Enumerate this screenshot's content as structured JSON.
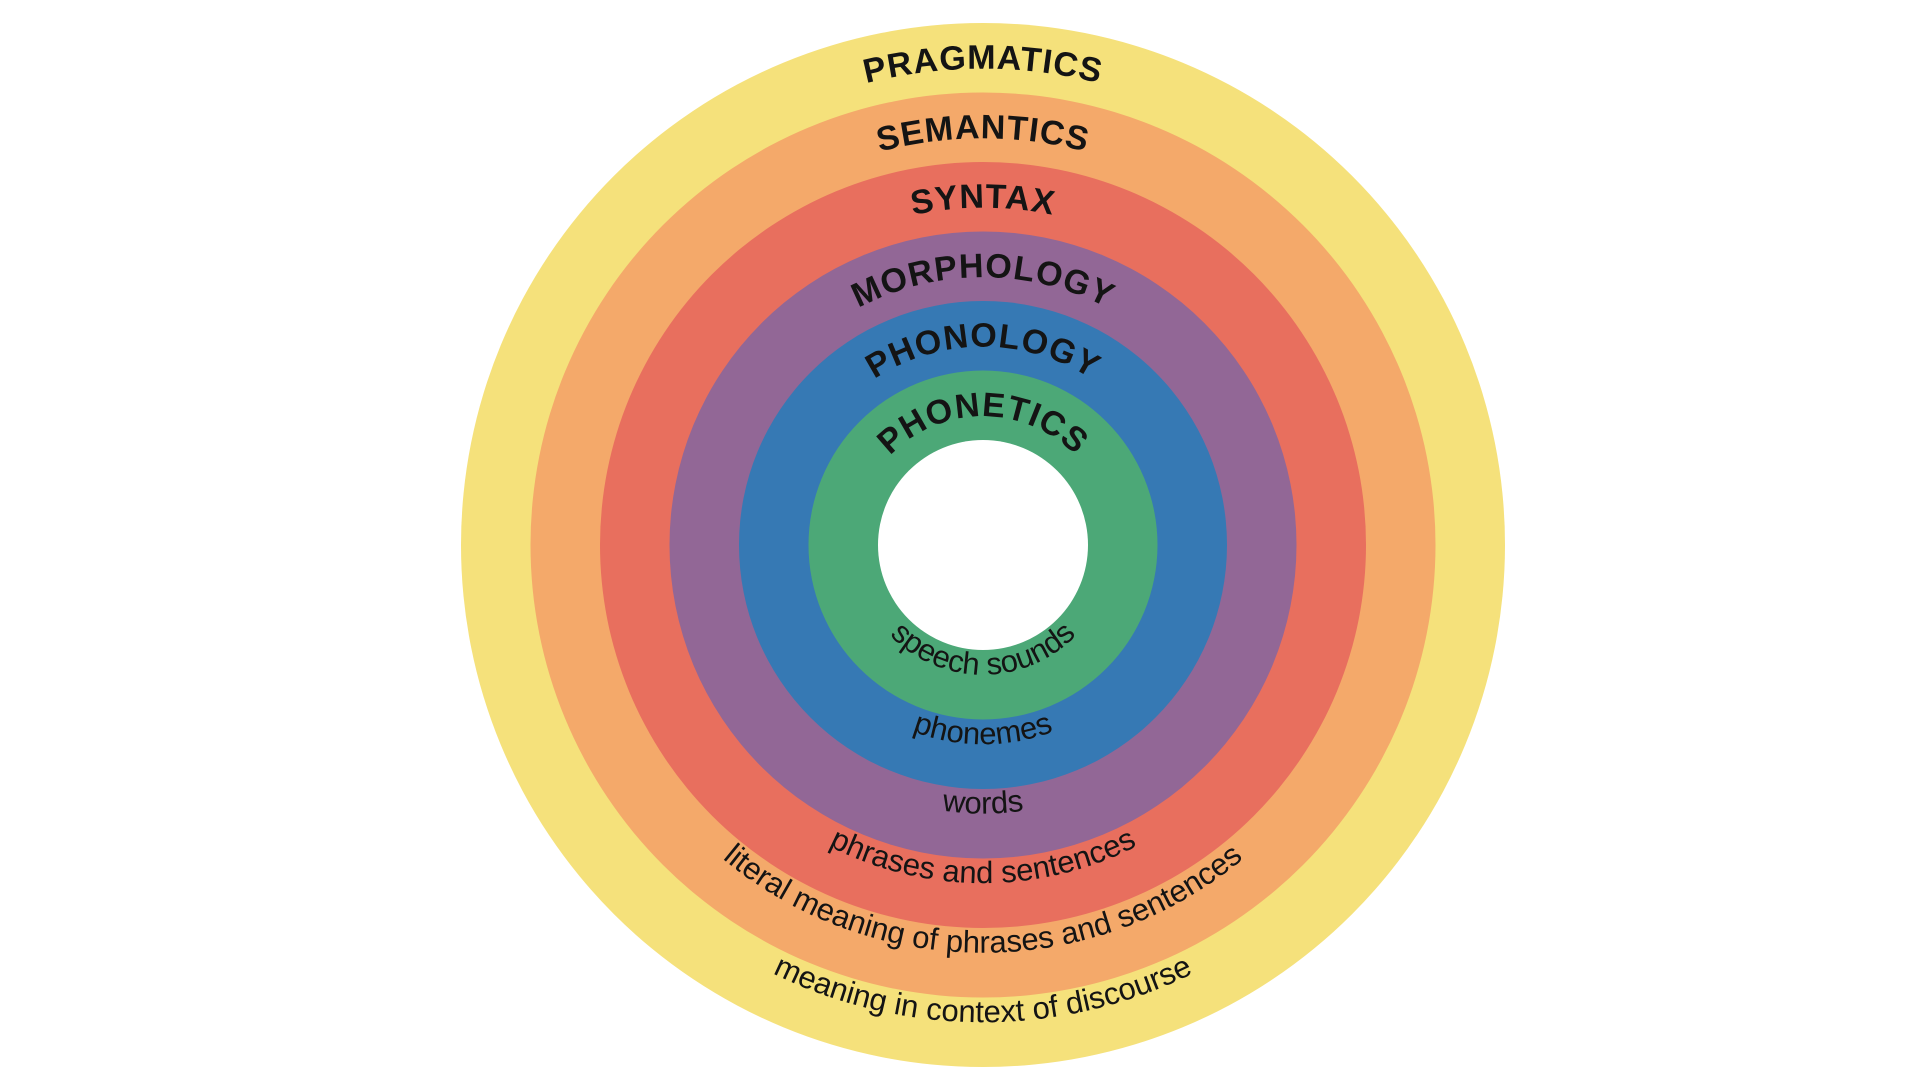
{
  "diagram": {
    "center_color": "#ffffff",
    "rings": [
      {
        "title": "PRAGMATICS",
        "description": "meaning in context of discourse",
        "color": "#f5e17b"
      },
      {
        "title": "SEMANTICS",
        "description": "literal meaning of phrases and sentences",
        "color": "#f4a96a"
      },
      {
        "title": "SYNTAX",
        "description": "phrases and sentences",
        "color": "#e86f5e"
      },
      {
        "title": "MORPHOLOGY",
        "description": "words",
        "color": "#926796"
      },
      {
        "title": "PHONOLOGY",
        "description": "phonemes",
        "color": "#3679b4"
      },
      {
        "title": "PHONETICS",
        "description": "speech sounds",
        "color": "#4ca877"
      }
    ]
  }
}
